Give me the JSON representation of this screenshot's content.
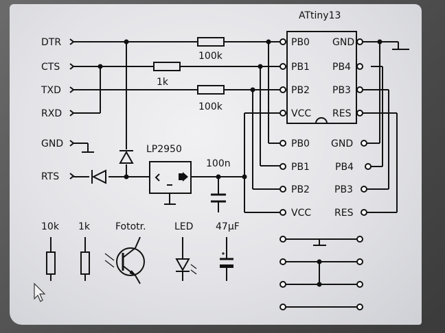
{
  "chip": {
    "title": "ATtiny13"
  },
  "pins_left": [
    "PB0",
    "PB1",
    "PB2",
    "VCC"
  ],
  "pins_right": [
    "GND",
    "PB4",
    "PB3",
    "RES"
  ],
  "header_left": [
    "PB0",
    "PB1",
    "PB2",
    "VCC"
  ],
  "header_right": [
    "GND",
    "PB4",
    "PB3",
    "RES"
  ],
  "signals": [
    "DTR",
    "CTS",
    "TXD",
    "RXD",
    "GND",
    "RTS"
  ],
  "resistors": {
    "r_dtr": "100k",
    "r_cts": "1k",
    "r_txd": "100k"
  },
  "regulator": "LP2950",
  "capacitor": "100n",
  "legend": {
    "r10k": "10k",
    "r1k": "1k",
    "photo": "Fototr.",
    "led": "LED",
    "cap": "47µF"
  }
}
